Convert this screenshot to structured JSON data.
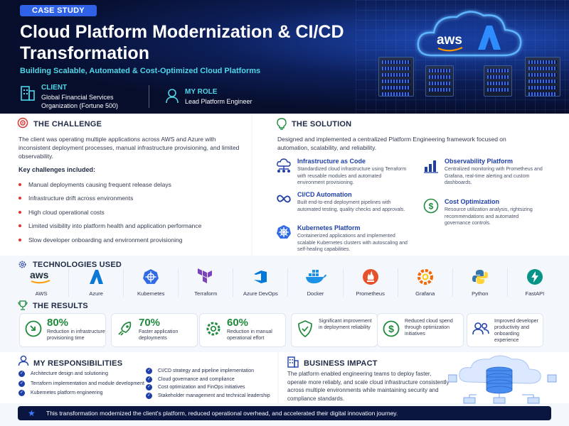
{
  "hero": {
    "badge": "CASE STUDY",
    "title": "Cloud Platform Modernization & CI/CD Transformation",
    "subtitle": "Building Scalable, Automated & Cost-Optimized Cloud Platforms",
    "client_label": "CLIENT",
    "client_value": "Global Financial Services Organization (Fortune 500)",
    "role_label": "MY ROLE",
    "role_value": "Lead Platform Engineer",
    "cloud_logos": [
      "aws",
      "A"
    ]
  },
  "challenge": {
    "title": "THE CHALLENGE",
    "intro": "The client was operating multiple applications across AWS and Azure with inconsistent deployment processes, manual infrastructure provisioning, and limited observability.",
    "key_title": "Key challenges included:",
    "items": [
      "Manual deployments causing frequent release delays",
      "Infrastructure drift across environments",
      "High cloud operational costs",
      "Limited visibility into platform health and application performance",
      "Slow developer onboarding and environment provisioning"
    ]
  },
  "solution": {
    "title": "THE SOLUTION",
    "intro": "Designed and implemented a centralized Platform Engineering framework focused on automation, scalability, and reliability.",
    "items": [
      {
        "name": "Infrastructure as Code",
        "desc": "Standardized cloud infrastructure using Terraform with reusable modules and automated environment provisioning.",
        "icon": "cloud-network-icon"
      },
      {
        "name": "CI/CD Automation",
        "desc": "Built end-to-end deployment pipelines with automated testing, quality checks and approvals.",
        "icon": "infinity-icon"
      },
      {
        "name": "Kubernetes Platform",
        "desc": "Containerized applications and implemented scalable Kubernetes clusters with autoscaling and self-healing capabilities.",
        "icon": "kubernetes-icon"
      },
      {
        "name": "Observability Platform",
        "desc": "Centralized monitoring with Prometheus and Grafana, real-time alerting and custom dashboards.",
        "icon": "bar-chart-icon"
      },
      {
        "name": "Cost Optimization",
        "desc": "Resource utilization analysis, rightsizing recommendations and automated governance controls.",
        "icon": "dollar-icon"
      }
    ]
  },
  "technologies": {
    "title": "TECHNOLOGIES USED",
    "items": [
      "AWS",
      "Azure",
      "Kubernetes",
      "Terraform",
      "Azure DevOps",
      "Docker",
      "Prometheus",
      "Grafana",
      "Python",
      "FastAPI"
    ]
  },
  "results": {
    "title": "THE RESULTS",
    "items": [
      {
        "value": "80%",
        "text": "Reduction in infrastructure provisioning time"
      },
      {
        "value": "70%",
        "text": "Faster application deployments"
      },
      {
        "value": "60%",
        "text": "Reduction in manual operational effort"
      },
      {
        "value": "",
        "text": "Significant improvement in deployment reliability"
      },
      {
        "value": "",
        "text": "Reduced cloud spend through optimization initiatives"
      },
      {
        "value": "",
        "text": "Improved developer productivity and onboarding experience"
      }
    ]
  },
  "responsibilities": {
    "title": "MY RESPONSIBILITIES",
    "col1": [
      "Architecture design and solutioning",
      "Terraform implementation and module development",
      "Kubernetes platform engineering"
    ],
    "col2": [
      "CI/CD strategy and pipeline implementation",
      "Cloud governance and compliance",
      "Cost optimization and FinOps initiatives",
      "Stakeholder management and technical leadership"
    ]
  },
  "impact": {
    "title": "BUSINESS IMPACT",
    "text": "The platform enabled engineering teams to deploy faster, operate more reliably, and scale cloud infrastructure consistently across multiple environments while maintaining security and compliance standards."
  },
  "footer": {
    "text": "This transformation modernized the client's platform, reduced operational overhead, and accelerated their digital innovation journey."
  },
  "colors": {
    "hero_bg": "#070e2c",
    "accent_blue": "#2f62e6",
    "accent_cyan": "#4fd6e8",
    "challenge_red": "#e2332f",
    "result_green": "#1f8a3c"
  }
}
